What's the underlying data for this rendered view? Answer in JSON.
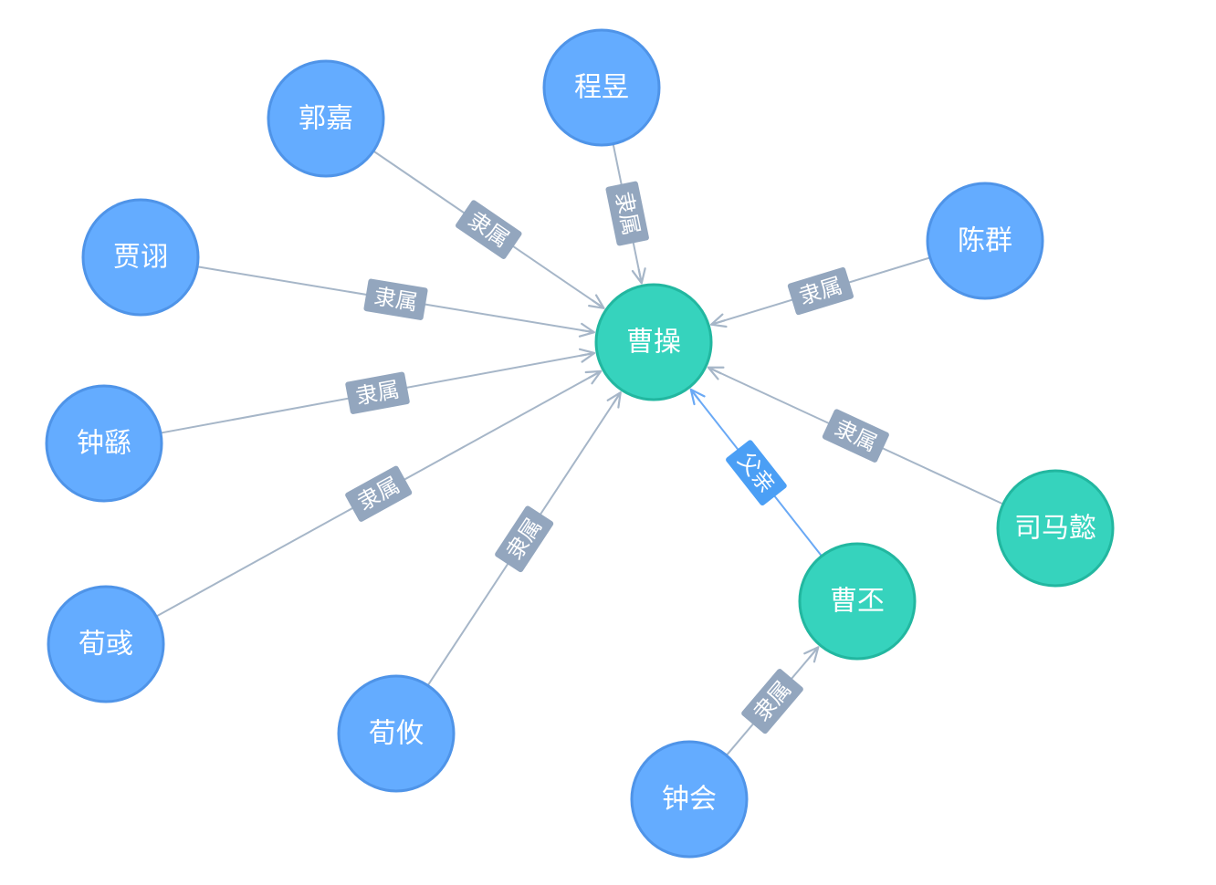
{
  "colors": {
    "person": "#64acff",
    "person_border": "#4f94e8",
    "leader": "#36d3bd",
    "leader_border": "#22b7a0",
    "edge": "#a6b6c8",
    "edge_label_bg": "#93a6be",
    "family_edge": "#6aa9f5",
    "family_label_bg": "#4b9ff5",
    "label_text": "#ffffff"
  },
  "nodes": {
    "caocao": {
      "label": "曹操",
      "type": "leader"
    },
    "guojia": {
      "label": "郭嘉",
      "type": "person"
    },
    "chengyu": {
      "label": "程昱",
      "type": "person"
    },
    "chenqun": {
      "label": "陈群",
      "type": "person"
    },
    "jiaxu": {
      "label": "贾诩",
      "type": "person"
    },
    "zhongyao": {
      "label": "钟繇",
      "type": "person"
    },
    "xunyu": {
      "label": "荀彧",
      "type": "person"
    },
    "xunyou": {
      "label": "荀攸",
      "type": "person"
    },
    "caopi": {
      "label": "曹丕",
      "type": "leader"
    },
    "simayi": {
      "label": "司马懿",
      "type": "leader"
    },
    "zhonghui": {
      "label": "钟会",
      "type": "person"
    }
  },
  "edges": [
    {
      "id": "guojia-caocao",
      "source": "guojia",
      "target": "caocao",
      "label": "隶属",
      "kind": "belongs"
    },
    {
      "id": "chengyu-caocao",
      "source": "chengyu",
      "target": "caocao",
      "label": "隶属",
      "kind": "belongs"
    },
    {
      "id": "chenqun-caocao",
      "source": "chenqun",
      "target": "caocao",
      "label": "隶属",
      "kind": "belongs"
    },
    {
      "id": "jiaxu-caocao",
      "source": "jiaxu",
      "target": "caocao",
      "label": "隶属",
      "kind": "belongs"
    },
    {
      "id": "zhongyao-caocao",
      "source": "zhongyao",
      "target": "caocao",
      "label": "隶属",
      "kind": "belongs"
    },
    {
      "id": "xunyu-caocao",
      "source": "xunyu",
      "target": "caocao",
      "label": "隶属",
      "kind": "belongs"
    },
    {
      "id": "xunyou-caocao",
      "source": "xunyou",
      "target": "caocao",
      "label": "隶属",
      "kind": "belongs"
    },
    {
      "id": "simayi-caocao",
      "source": "simayi",
      "target": "caocao",
      "label": "隶属",
      "kind": "belongs"
    },
    {
      "id": "caopi-caocao",
      "source": "caopi",
      "target": "caocao",
      "label": "父亲",
      "kind": "family"
    },
    {
      "id": "zhonghui-caopi",
      "source": "zhonghui",
      "target": "caopi",
      "label": "隶属",
      "kind": "belongs"
    }
  ]
}
